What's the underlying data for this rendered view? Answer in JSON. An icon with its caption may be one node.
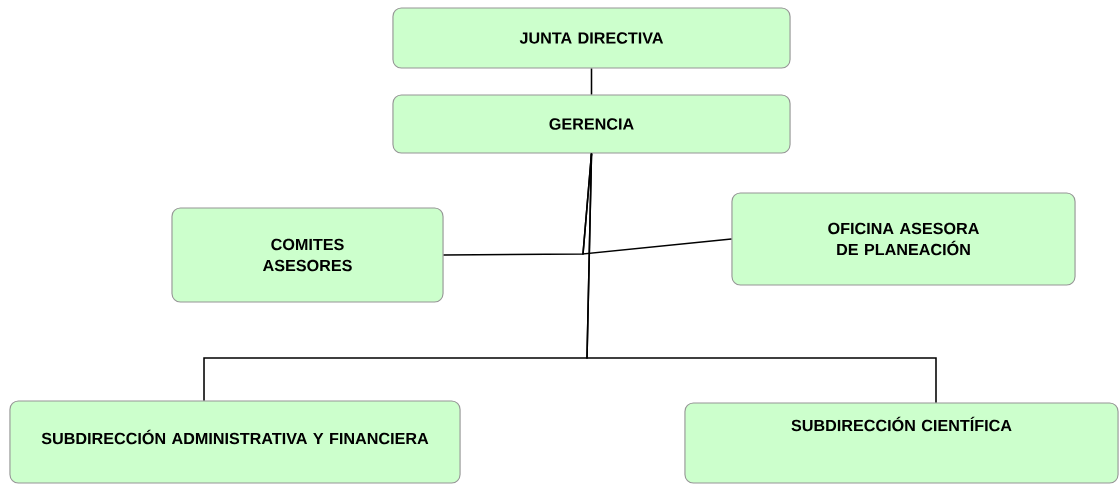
{
  "diagram": {
    "nodes": [
      {
        "text": [
          "JUNTA DIRECTIVA"
        ]
      },
      {
        "text": [
          "GERENCIA"
        ]
      },
      {
        "text": [
          "COMITES ASESORES"
        ]
      },
      {
        "text": [
          "OFICINA ASESORA DE PLANEACIÓN"
        ]
      },
      {
        "text": [
          "SUBDIRECCIÓN ADMINISTRATIVA Y FINANCIERA"
        ]
      },
      {
        "text": [
          "SUBDIRECCIÓN CIENTÍFICA"
        ]
      }
    ],
    "edges": [
      {
        "from": 0,
        "to": 1,
        "arrow": "none"
      },
      {
        "from": 1,
        "to": 2,
        "arrow": "none"
      },
      {
        "from": 1,
        "to": 3,
        "arrow": "none"
      },
      {
        "from": 1,
        "to": 4,
        "arrow": "none"
      },
      {
        "from": 1,
        "to": 5,
        "arrow": "none"
      }
    ]
  }
}
